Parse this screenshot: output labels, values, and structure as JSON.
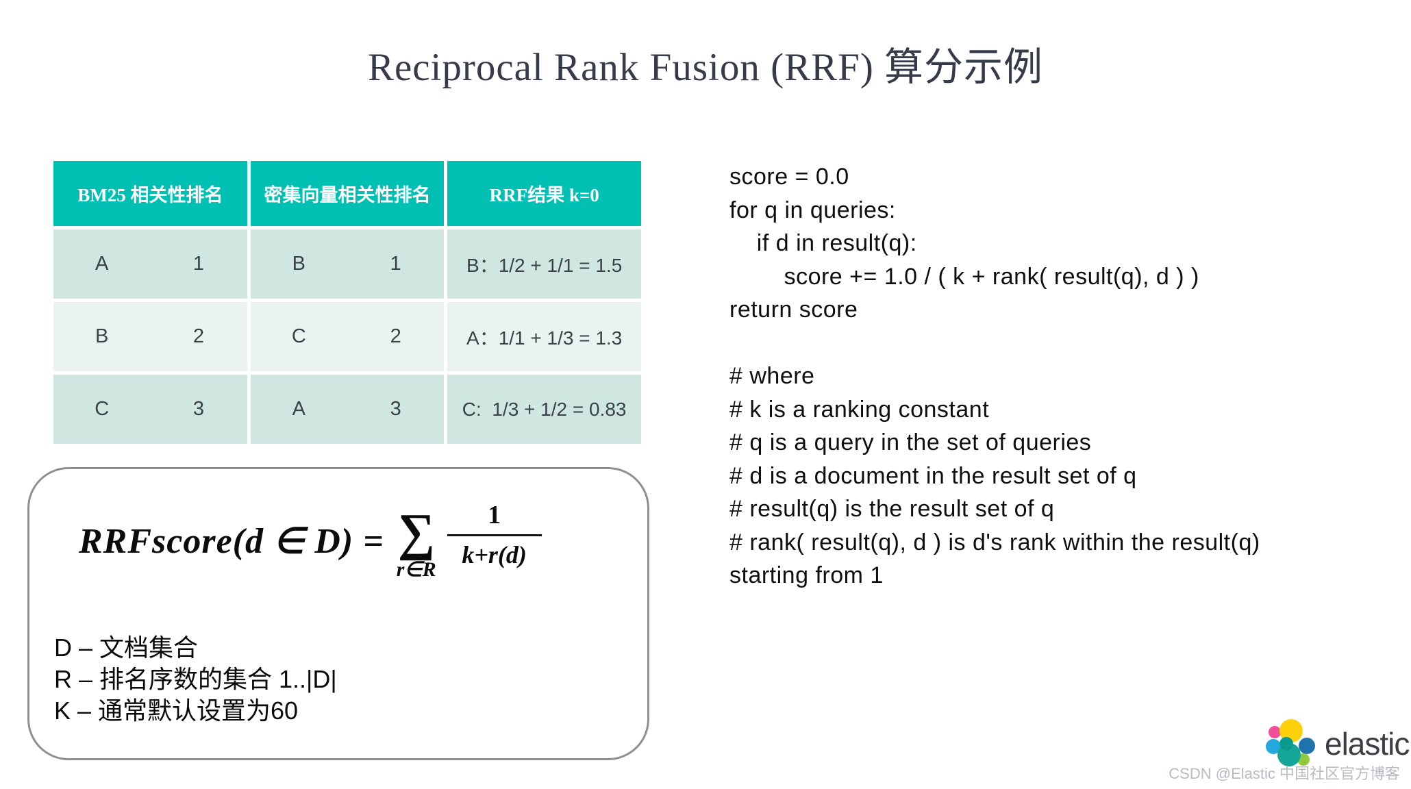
{
  "title": "Reciprocal Rank Fusion (RRF) 算分示例",
  "table": {
    "headers": [
      "BM25 相关性排名",
      "密集向量相关性排名",
      "RRF结果 k=0"
    ],
    "rows": [
      {
        "bm25_doc": "A",
        "bm25_rank": "1",
        "dense_doc": "B",
        "dense_rank": "1",
        "rrf": "B：1/2 + 1/1 = 1.5"
      },
      {
        "bm25_doc": "B",
        "bm25_rank": "2",
        "dense_doc": "C",
        "dense_rank": "2",
        "rrf": "A：1/1 + 1/3 = 1.3"
      },
      {
        "bm25_doc": "C",
        "bm25_rank": "3",
        "dense_doc": "A",
        "dense_rank": "3",
        "rrf": "C:  1/3 + 1/2 = 0.83"
      }
    ]
  },
  "formula": {
    "lhs": "RRFscore(d ∈ D) =",
    "sigma": "∑",
    "sigma_sub": "r∈R",
    "frac_num": "1",
    "frac_den": "k+r(d)",
    "definitions": [
      "D – 文档集合",
      "R – 排名序数的集合 1..|D|",
      "K – 通常默认设置为60"
    ]
  },
  "code": {
    "lines": [
      "score = 0.0",
      "for q in queries:",
      "    if d in result(q):",
      "        score += 1.0 / ( k + rank( result(q), d ) )",
      "return score",
      "",
      "# where",
      "# k is a ranking constant",
      "# q is a query in the set of queries",
      "# d is a document in the result set of q",
      "# result(q) is the result set of q",
      "# rank( result(q), d ) is d's rank within the result(q)",
      "starting from 1"
    ]
  },
  "brand": {
    "wordmark": "elastic"
  },
  "watermark": "CSDN @Elastic 中国社区官方博客",
  "colors": {
    "header_teal": "#00BFB3",
    "row_dark": "#cfe6e1",
    "row_light": "#e9f4f1",
    "logo": [
      "#F04E98",
      "#22A7DE",
      "#2173AE",
      "#91C83E",
      "#FED10A",
      "#14A797",
      "#0A9B8E"
    ]
  }
}
